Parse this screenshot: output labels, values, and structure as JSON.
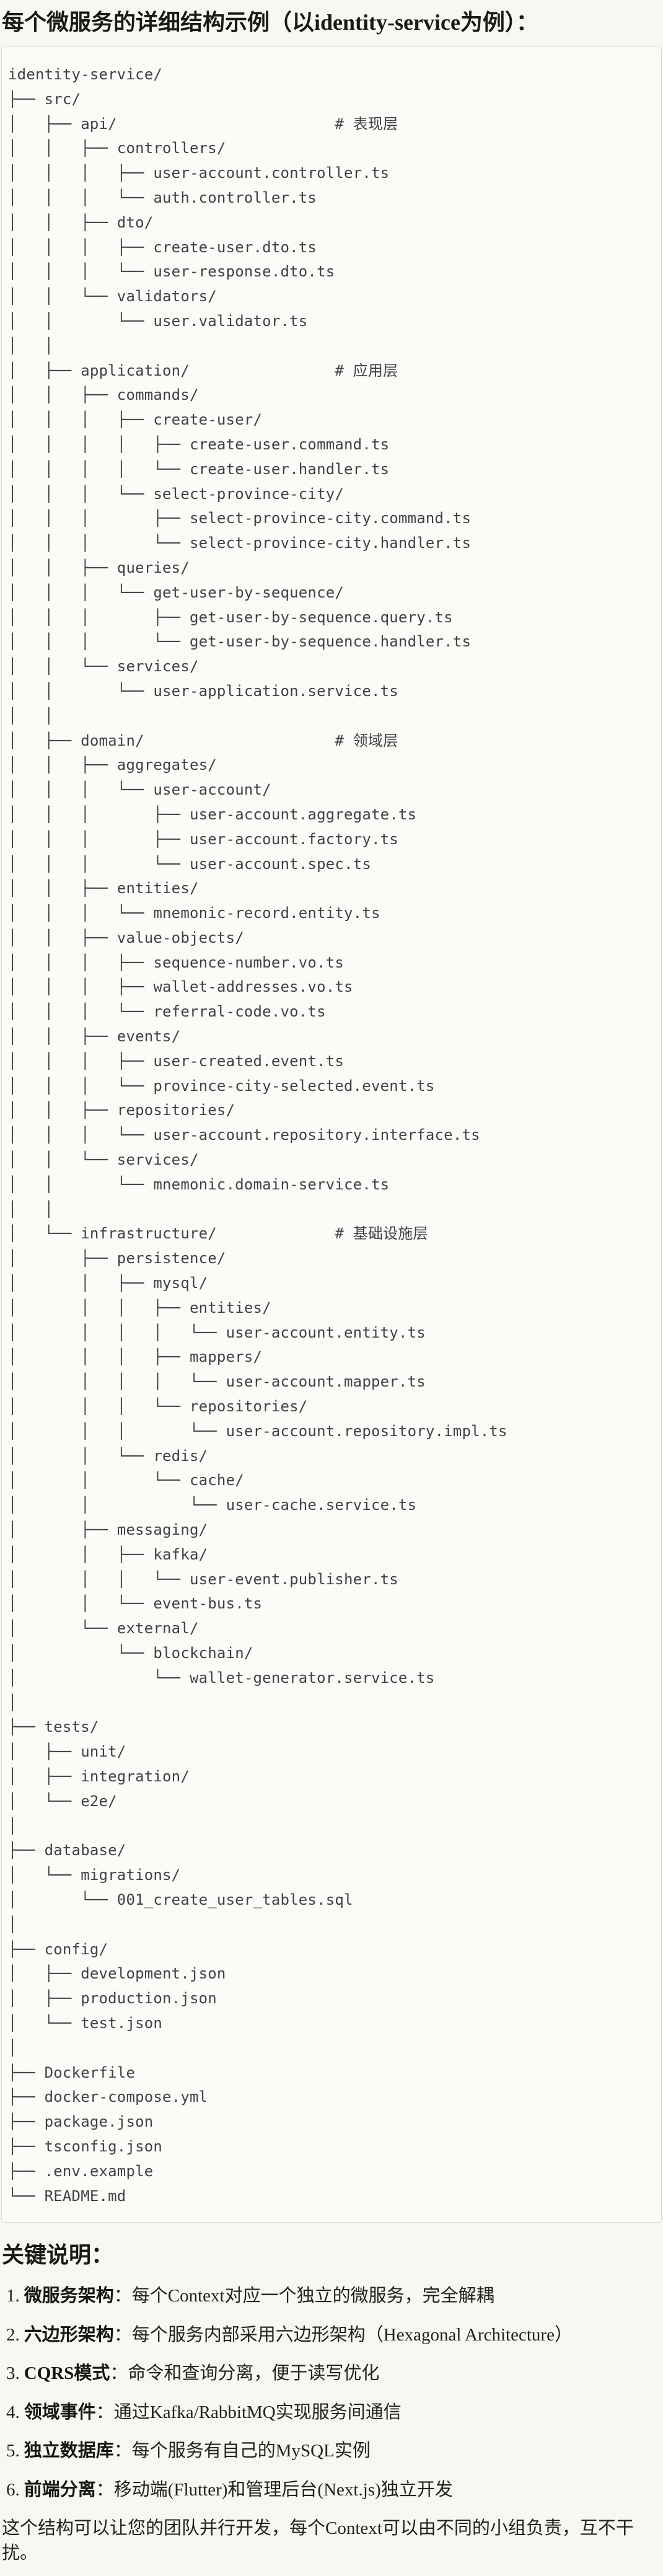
{
  "title": "每个微服务的详细结构示例（以identity-service为例）：",
  "tree": {
    "lines": [
      "identity-service/",
      "├── src/",
      "│   ├── api/                        # 表现层",
      "│   │   ├── controllers/",
      "│   │   │   ├── user-account.controller.ts",
      "│   │   │   └── auth.controller.ts",
      "│   │   ├── dto/",
      "│   │   │   ├── create-user.dto.ts",
      "│   │   │   └── user-response.dto.ts",
      "│   │   └── validators/",
      "│   │       └── user.validator.ts",
      "│   │",
      "│   ├── application/                # 应用层",
      "│   │   ├── commands/",
      "│   │   │   ├── create-user/",
      "│   │   │   │   ├── create-user.command.ts",
      "│   │   │   │   └── create-user.handler.ts",
      "│   │   │   └── select-province-city/",
      "│   │   │       ├── select-province-city.command.ts",
      "│   │   │       └── select-province-city.handler.ts",
      "│   │   ├── queries/",
      "│   │   │   └── get-user-by-sequence/",
      "│   │   │       ├── get-user-by-sequence.query.ts",
      "│   │   │       └── get-user-by-sequence.handler.ts",
      "│   │   └── services/",
      "│   │       └── user-application.service.ts",
      "│   │",
      "│   ├── domain/                     # 领域层",
      "│   │   ├── aggregates/",
      "│   │   │   └── user-account/",
      "│   │   │       ├── user-account.aggregate.ts",
      "│   │   │       ├── user-account.factory.ts",
      "│   │   │       └── user-account.spec.ts",
      "│   │   ├── entities/",
      "│   │   │   └── mnemonic-record.entity.ts",
      "│   │   ├── value-objects/",
      "│   │   │   ├── sequence-number.vo.ts",
      "│   │   │   ├── wallet-addresses.vo.ts",
      "│   │   │   └── referral-code.vo.ts",
      "│   │   ├── events/",
      "│   │   │   ├── user-created.event.ts",
      "│   │   │   └── province-city-selected.event.ts",
      "│   │   ├── repositories/",
      "│   │   │   └── user-account.repository.interface.ts",
      "│   │   └── services/",
      "│   │       └── mnemonic.domain-service.ts",
      "│   │",
      "│   └── infrastructure/             # 基础设施层",
      "│       ├── persistence/",
      "│       │   ├── mysql/",
      "│       │   │   ├── entities/",
      "│       │   │   │   └── user-account.entity.ts",
      "│       │   │   ├── mappers/",
      "│       │   │   │   └── user-account.mapper.ts",
      "│       │   │   └── repositories/",
      "│       │   │       └── user-account.repository.impl.ts",
      "│       │   └── redis/",
      "│       │       └── cache/",
      "│       │           └── user-cache.service.ts",
      "│       ├── messaging/",
      "│       │   ├── kafka/",
      "│       │   │   └── user-event.publisher.ts",
      "│       │   └── event-bus.ts",
      "│       └── external/",
      "│           └── blockchain/",
      "│               └── wallet-generator.service.ts",
      "│",
      "├── tests/",
      "│   ├── unit/",
      "│   ├── integration/",
      "│   └── e2e/",
      "│",
      "├── database/",
      "│   └── migrations/",
      "│       └── 001_create_user_tables.sql",
      "│",
      "├── config/",
      "│   ├── development.json",
      "│   ├── production.json",
      "│   └── test.json",
      "│",
      "├── Dockerfile",
      "├── docker-compose.yml",
      "├── package.json",
      "├── tsconfig.json",
      "├── .env.example",
      "└── README.md"
    ]
  },
  "notes": {
    "heading": "关键说明：",
    "items": [
      {
        "num": "1.",
        "label": "微服务架构",
        "text": "：每个Context对应一个独立的微服务，完全解耦"
      },
      {
        "num": "2.",
        "label": "六边形架构",
        "text": "：每个服务内部采用六边形架构（Hexagonal Architecture）"
      },
      {
        "num": "3.",
        "label": "CQRS模式",
        "text": "：命令和查询分离，便于读写优化"
      },
      {
        "num": "4.",
        "label": "领域事件",
        "text": "：通过Kafka/RabbitMQ实现服务间通信"
      },
      {
        "num": "5.",
        "label": "独立数据库",
        "text": "：每个服务有自己的MySQL实例"
      },
      {
        "num": "6.",
        "label": "前端分离",
        "text": "：移动端(Flutter)和管理后台(Next.js)独立开发"
      }
    ]
  },
  "footer": "这个结构可以让您的团队并行开发，每个Context可以由不同的小组负责，互不干扰。"
}
